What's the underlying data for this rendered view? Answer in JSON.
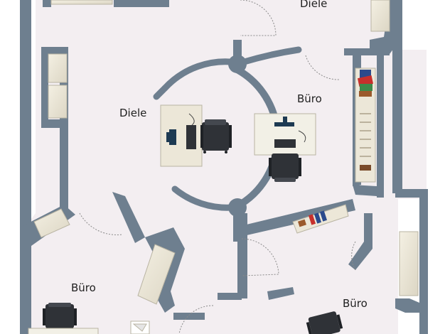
{
  "rooms": [
    {
      "label": "Diele"
    },
    {
      "label": "Diele"
    },
    {
      "label": "Büro"
    },
    {
      "label": "Büro"
    },
    {
      "label": "Büro"
    }
  ],
  "colors": {
    "wall": "#6e7f8f",
    "floor": "#f3eef1",
    "furniture_light": "#ece7d8",
    "furniture_line": "#b9b4a3",
    "desk_light": "#f2f0e6",
    "chair": "#2f3237",
    "monitor": "#1d3a52",
    "door_swing": "#8a8a8a"
  },
  "icons": [
    "desk-icon",
    "office-chair-icon",
    "monitor-icon",
    "bookshelf-icon",
    "cabinet-icon",
    "door-swing-icon",
    "pillar-icon"
  ]
}
